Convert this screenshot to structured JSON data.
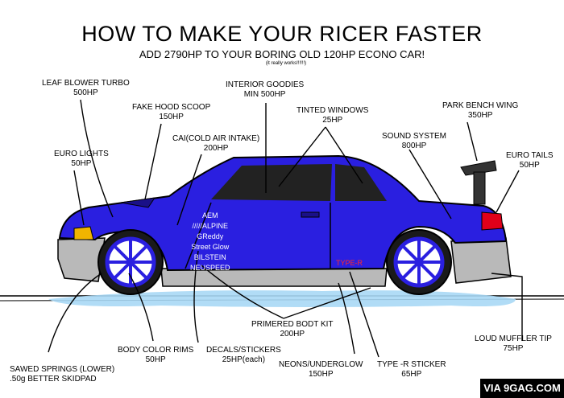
{
  "title": "HOW TO MAKE YOUR RICER FASTER",
  "subtitle": "ADD 2790HP TO YOUR BORING OLD 120HP ECONO CAR!",
  "note": "(it really works!!!!!!)",
  "labels": {
    "leaf_blower": {
      "name": "LEAF BLOWER TURBO",
      "value": "500HP"
    },
    "interior": {
      "name": "INTERIOR GOODIES",
      "value": "MIN 500HP"
    },
    "hood_scoop": {
      "name": "FAKE HOOD SCOOP",
      "value": "150HP"
    },
    "tinted": {
      "name": "TINTED WINDOWS",
      "value": "25HP"
    },
    "park_bench": {
      "name": "PARK BENCH WING",
      "value": "350HP"
    },
    "euro_lights": {
      "name": "EURO LIGHTS",
      "value": "50HP"
    },
    "cai": {
      "name": "CAI(COLD AIR INTAKE)",
      "value": "200HP"
    },
    "sound": {
      "name": "SOUND SYSTEM",
      "value": "800HP"
    },
    "euro_tails": {
      "name": "EURO TAILS",
      "value": "50HP"
    },
    "bodykit": {
      "name": "PRIMERED BODT KIT",
      "value": "200HP"
    },
    "rims": {
      "name": "BODY COLOR RIMS",
      "value": "50HP"
    },
    "decals": {
      "name": "DECALS/STICKERS",
      "value": "25HP(each)"
    },
    "muffler": {
      "name": "LOUD MUFFLER TIP",
      "value": "75HP"
    },
    "springs": {
      "name": "SAWED SPRINGS (LOWER)",
      "value": ".50g BETTER SKIDPAD"
    },
    "neons": {
      "name": "NEONS/UNDERGLOW",
      "value": "150HP"
    },
    "typer_sticker": {
      "name": "TYPE -R STICKER",
      "value": "65HP"
    }
  },
  "decals": [
    "AEM",
    "/////ALPINE",
    "GReddy",
    "Street Glow",
    "BILSTEIN",
    "NEUSPEED"
  ],
  "type_r": "TYPE-R",
  "watermark": "VIA 9GAG.COM",
  "colors": {
    "body": "#2a1fe0",
    "bodykit": "#b9b9b9",
    "glow": "#9fd3f2",
    "window": "#222222",
    "light": "#f0b400",
    "tail": "#e0001a"
  }
}
